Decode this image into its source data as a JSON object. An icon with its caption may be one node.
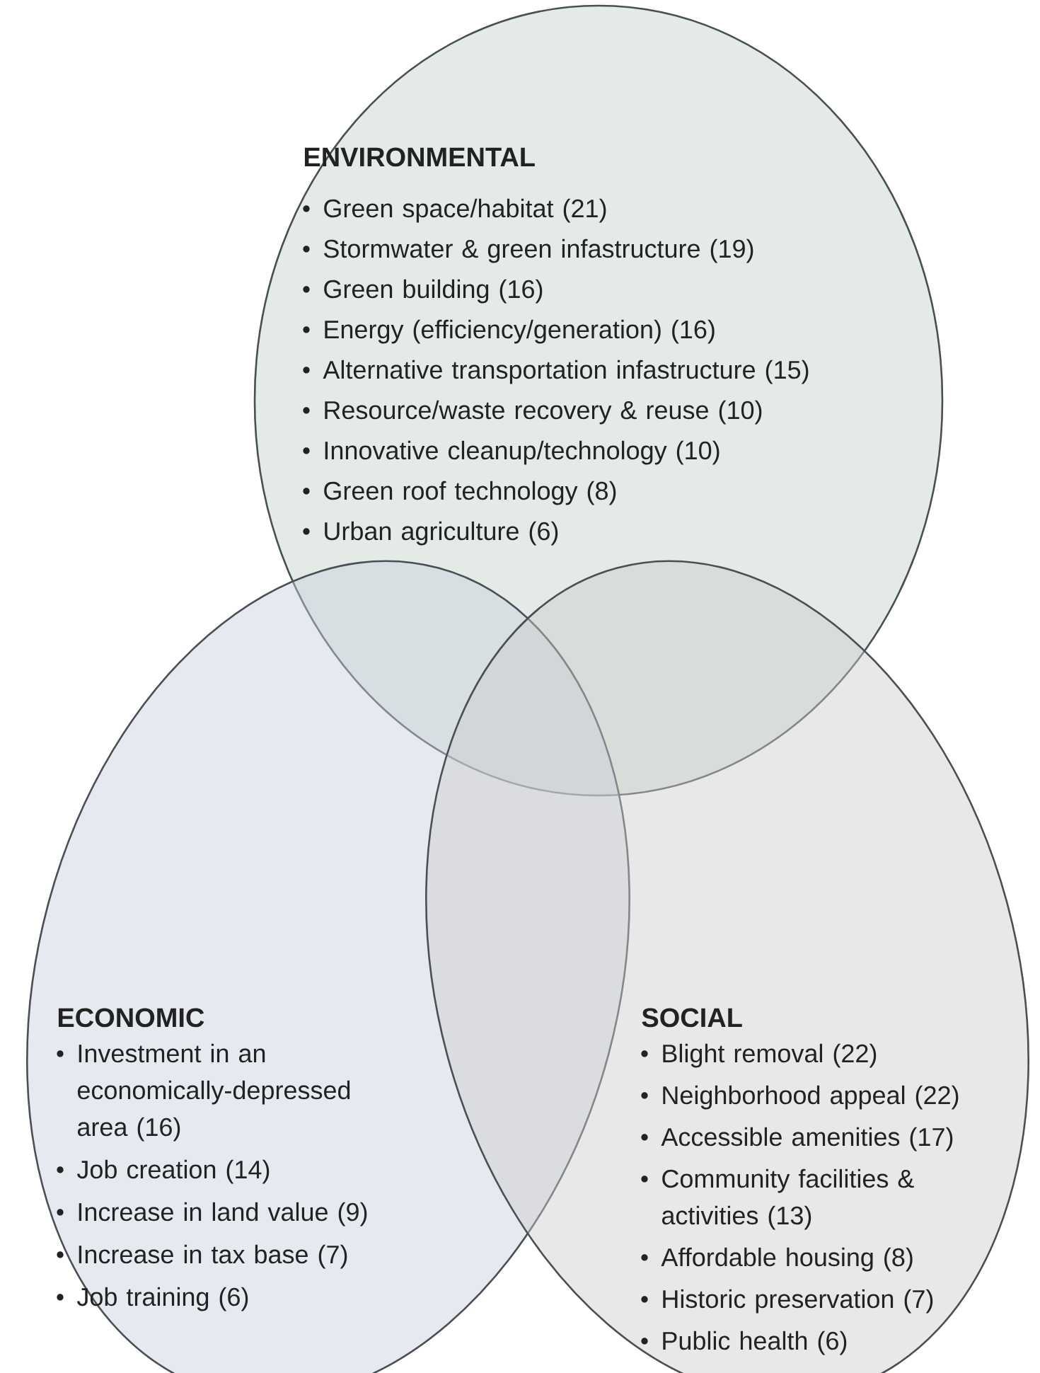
{
  "diagram": {
    "nodes": [
      {
        "text": [
          "ENVIRONMENTAL",
          "Green space/habitat (21)",
          "Stormwater & green infastructure (19)",
          "Green building (16)",
          "Energy (efficiency/generation) (16)",
          "Alternative transportation infastructure (15)",
          "Resource/waste recovery & reuse (10)",
          "Innovative cleanup/technology (10)",
          "Green roof technology (8)",
          "Urban agriculture (6)"
        ]
      },
      {
        "text": [
          "ECONOMIC",
          "Investment in an economically-depressed area (16)",
          "Job creation (14)",
          "Increase in land value (9)",
          "Increase in tax base (7)",
          "Job training (6)"
        ]
      },
      {
        "text": [
          "SOCIAL",
          "Blight removal (22)",
          "Neighborhood appeal (22)",
          "Accessible amenities (17)",
          "Community facilities & activities (13)",
          "Affordable housing (8)",
          "Historic preservation (7)",
          "Public health (6)"
        ]
      }
    ]
  }
}
